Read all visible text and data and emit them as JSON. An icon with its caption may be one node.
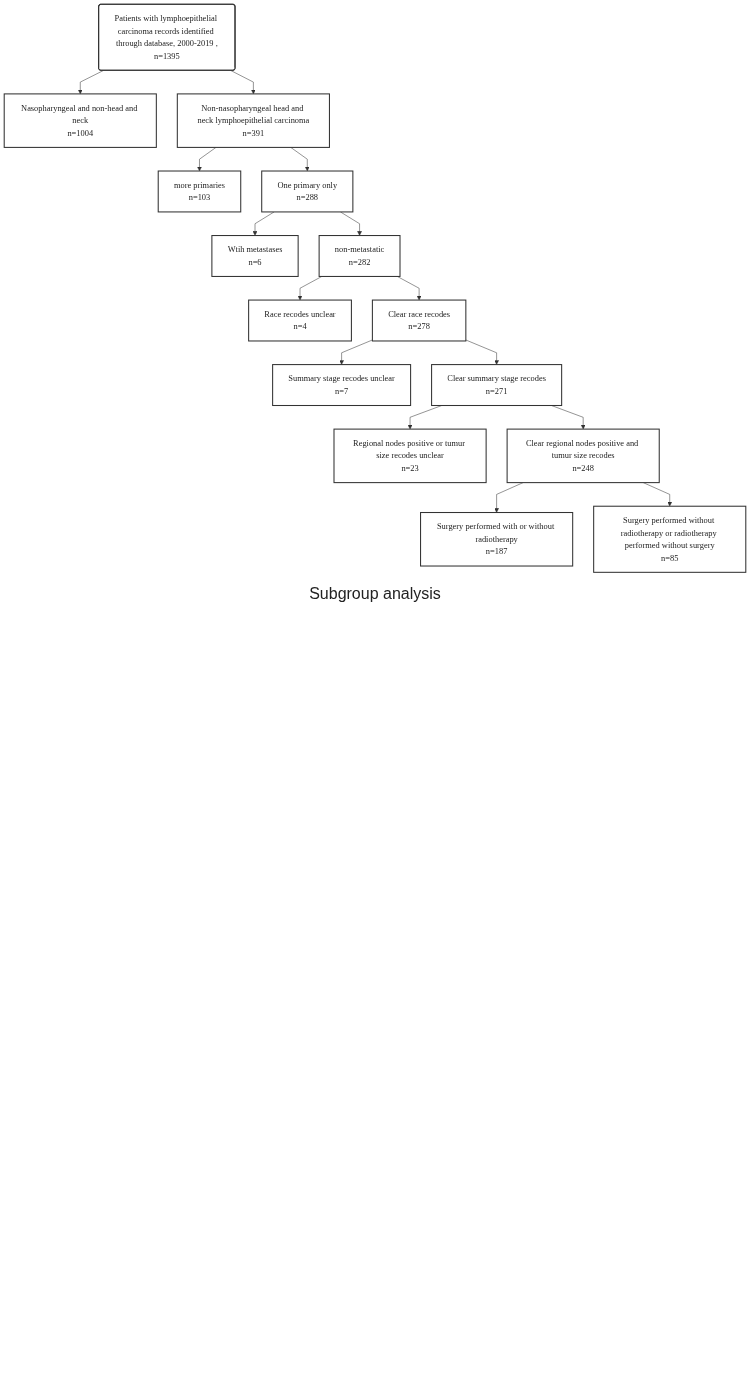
{
  "diagram": {
    "nodes": [
      {
        "text": [
          "Patients with lymphoepithelial carcinoma records identified through database, 2000-2019 ,",
          "n=1395"
        ]
      },
      {
        "text": [
          "Nasopharyngeal and non-head and neck",
          "n=1004"
        ]
      },
      {
        "text": [
          "Non-nasopharyngeal head and neck lymphoepithelial carcinoma",
          "n=391"
        ]
      },
      {
        "text": [
          "more primaries",
          "n=103"
        ]
      },
      {
        "text": [
          "One primary only",
          "n=288"
        ]
      },
      {
        "text": [
          "Wtih metastases",
          "n=6"
        ]
      },
      {
        "text": [
          "non-metastatic",
          "n=282"
        ]
      },
      {
        "text": [
          "Race recodes unclear",
          "n=4"
        ]
      },
      {
        "text": [
          "Clear race recodes",
          "n=278"
        ]
      },
      {
        "text": [
          "Summary stage recodes unclear",
          "n=7"
        ]
      },
      {
        "text": [
          "Clear summary stage recodes",
          "n=271"
        ]
      },
      {
        "text": [
          "Regional nodes positive or tumur size recodes unclear",
          "n=23"
        ]
      },
      {
        "text": [
          "Clear regional nodes positive and tumur size recodes",
          "n=248"
        ]
      },
      {
        "text": [
          "Surgery performed with or without radiotherapy",
          "n=187"
        ]
      },
      {
        "text": [
          "Surgery performed without radiotherapy or radiotherapy performed without surgery",
          "n=85"
        ]
      }
    ],
    "edges": [
      {
        "from": 0,
        "to": 1,
        "arrow": "to"
      },
      {
        "from": 0,
        "to": 2,
        "arrow": "to"
      },
      {
        "from": 2,
        "to": 3,
        "arrow": "to"
      },
      {
        "from": 2,
        "to": 4,
        "arrow": "to"
      },
      {
        "from": 4,
        "to": 5,
        "arrow": "to"
      },
      {
        "from": 4,
        "to": 6,
        "arrow": "to"
      },
      {
        "from": 6,
        "to": 7,
        "arrow": "to"
      },
      {
        "from": 6,
        "to": 8,
        "arrow": "to"
      },
      {
        "from": 8,
        "to": 9,
        "arrow": "to"
      },
      {
        "from": 8,
        "to": 10,
        "arrow": "to"
      },
      {
        "from": 10,
        "to": 11,
        "arrow": "to"
      },
      {
        "from": 10,
        "to": 12,
        "arrow": "to"
      },
      {
        "from": 12,
        "to": 13,
        "arrow": "to"
      },
      {
        "from": 12,
        "to": 14,
        "arrow": "to"
      }
    ],
    "labels": [
      "Subgroup analysis"
    ]
  }
}
